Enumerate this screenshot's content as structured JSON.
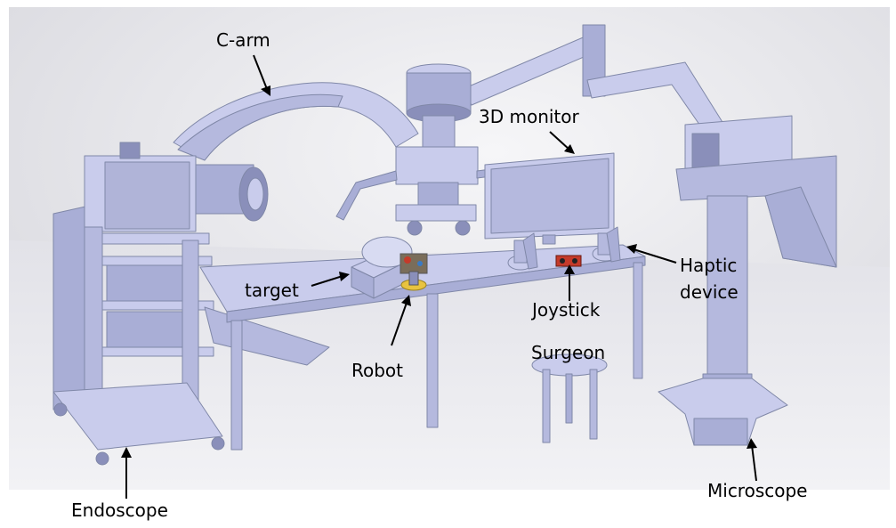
{
  "labels": {
    "c_arm": "C-arm",
    "monitor_3d": "3D monitor",
    "target": "target",
    "haptic_line1": "Haptic",
    "haptic_line2": "device",
    "joystick": "Joystick",
    "surgeon": "Surgeon",
    "robot": "Robot",
    "endoscope": "Endoscope",
    "microscope": "Microscope"
  },
  "colors": {
    "equipment_light": "#c9ccec",
    "equipment_mid": "#a9aed6",
    "equipment_dark": "#8a8fba",
    "robot_accent": "#e8c340",
    "joystick_accent": "#c43a2a"
  }
}
